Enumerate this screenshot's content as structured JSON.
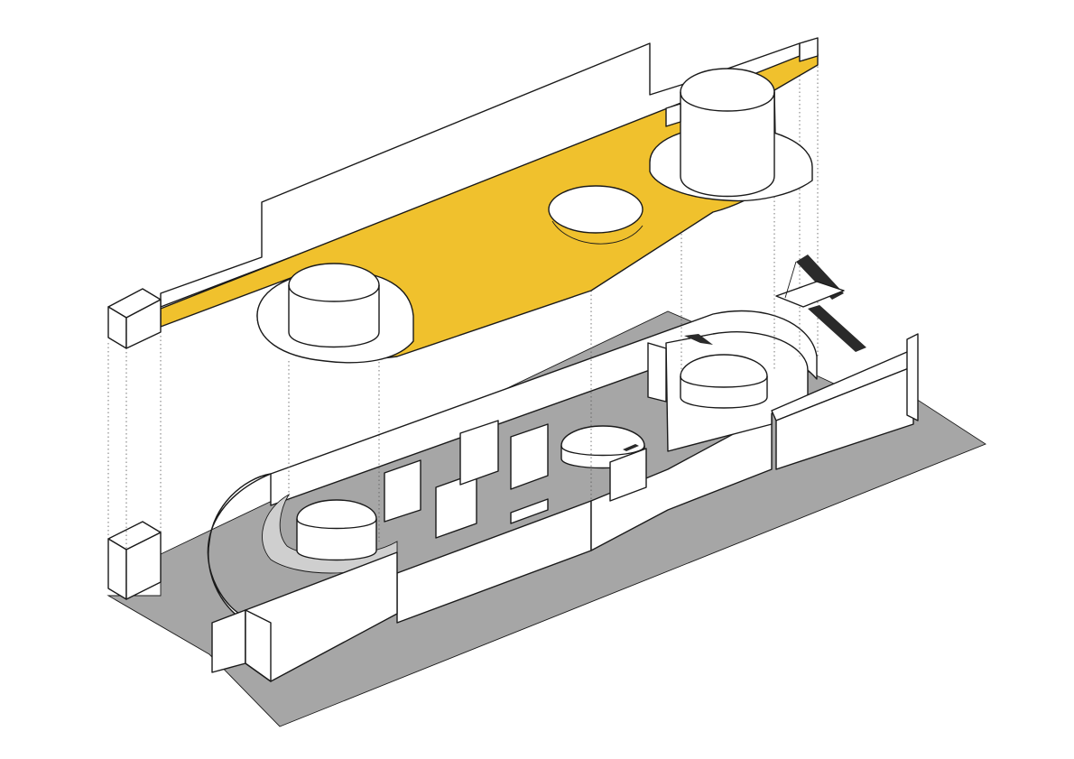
{
  "diagram": {
    "kind": "axonometric-exhibition-layout",
    "colors": {
      "background": "#ffffff",
      "upper_floor": "#f0c12d",
      "ground": "#a6a6a6",
      "wall": "#ffffff",
      "line": "#1a1a1a",
      "stair": "#2a2a2a"
    },
    "levels": [
      "upper-floor-plate",
      "ground-floor-plate"
    ],
    "upper_level_openings": 3,
    "ground_level_display_panels": 6,
    "staircases": 3
  }
}
